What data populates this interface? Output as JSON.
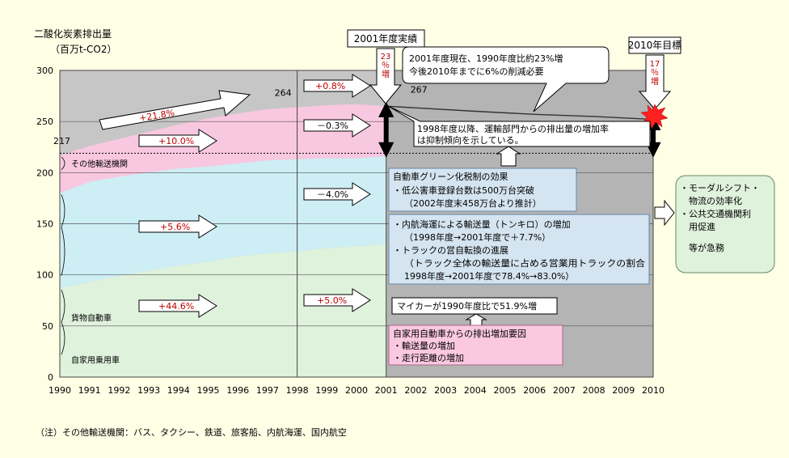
{
  "chart_data": {
    "type": "area",
    "ylabel": "二酸化炭素排出量",
    "yunit": "（百万t-CO2）",
    "ylim": [
      0,
      300
    ],
    "yticks": [
      0,
      50,
      100,
      150,
      200,
      250,
      300
    ],
    "xlim": [
      1990,
      2010
    ],
    "x_ticks": [
      "1990",
      "1991",
      "1992",
      "1993",
      "1994",
      "1995",
      "1996",
      "1997",
      "1998",
      "1999",
      "2000",
      "2001",
      "2002",
      "2003",
      "2004",
      "2005",
      "2006",
      "2007",
      "2008",
      "2009",
      "2010"
    ],
    "x": [
      1990,
      1991,
      1992,
      1993,
      1994,
      1995,
      1996,
      1997,
      1998,
      1999,
      2000,
      2001
    ],
    "series": [
      {
        "name": "自家用乗用車",
        "color": "#dff2dc",
        "values": [
          87,
          93,
          99,
          104,
          109,
          113,
          118,
          121,
          123,
          126,
          128,
          130
        ]
      },
      {
        "name": "貨物自動車",
        "color": "#cdeef5",
        "values": [
          180,
          191,
          196,
          200,
          204,
          206,
          209,
          212,
          213,
          214,
          214,
          216
        ]
      },
      {
        "name": "その他輸送機関",
        "color": "#f8c8e0",
        "values": [
          217,
          226,
          233,
          240,
          247,
          253,
          258,
          262,
          264,
          266,
          267,
          265
        ]
      }
    ],
    "projection": {
      "x": [
        2001,
        2004,
        2006,
        2008,
        2010
      ],
      "values": [
        265,
        260,
        257,
        255,
        252
      ]
    },
    "target_line_value": 219,
    "point_labels": [
      {
        "text": "217",
        "x": 1990,
        "y": 217
      },
      {
        "text": "264",
        "x": 1998,
        "y": 264
      },
      {
        "text": "267",
        "x": 2001,
        "y": 267
      }
    ],
    "growth_1990_1998": [
      "+21.8%",
      "+10.0%",
      "+5.6%",
      "+44.6%"
    ],
    "growth_1998_2001": [
      "+0.8%",
      "－0.3%",
      "－4.0%",
      "+5.0%"
    ],
    "marker_2001_label": "2001年度実績",
    "marker_2001_pct": "23％増",
    "marker_2010_label": "2010年目標",
    "marker_2010_pct": "17％増",
    "callout_top": [
      "2001年度現在、1990年度比約23%増",
      "今後2010年までに6%の削減必要"
    ],
    "callout_trend": [
      "1998年度以降、運輸部門からの排出量の増加率",
      "は抑制傾向を示している。"
    ],
    "box_green_car": [
      "自動車グリーン化税制の効果",
      "・低公害車登録台数は500万台突破",
      "（2002年度末458万台より推計）"
    ],
    "box_shipping": [
      "・内航海運による輸送量（トンキロ）の増加",
      "（1998年度→2001年度で＋7.7%）",
      "・トラックの営自転換の進展",
      "（トラック全体の輸送量に占める営業用トラックの割合",
      "1998年度→2001年度で78.4%→83.0%）"
    ],
    "box_mycar": "マイカーが1990年度比で51.9%増",
    "box_private_car": [
      "自家用自動車からの排出増加要因",
      "・輸送量の増加",
      "・走行距離の増加"
    ],
    "box_measures": [
      "・モーダルシフト・",
      "物流の効率化",
      "・公共交通機関利",
      "用促進",
      "等が急務"
    ],
    "note": "（注）その他輸送機関：バス、タクシー、鉄道、旅客船、内航海運、国内航空"
  }
}
